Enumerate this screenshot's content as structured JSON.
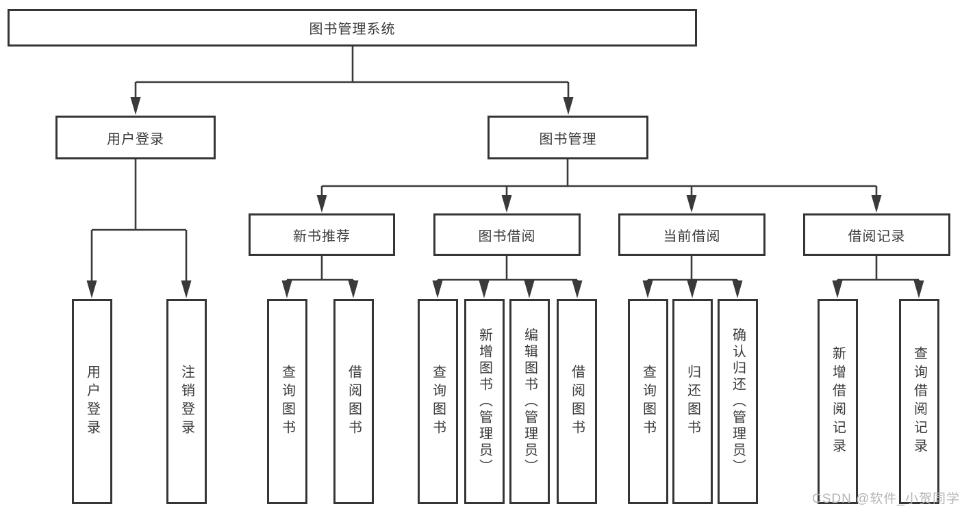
{
  "diagram": {
    "title": "图书管理系统",
    "nodes": {
      "root": "图书管理系统",
      "level2": {
        "user_login": "用户登录",
        "book_mgmt": "图书管理"
      },
      "level3": {
        "new_book_rec": "新书推荐",
        "book_borrow": "图书借阅",
        "current_borrow": "当前借阅",
        "borrow_records": "借阅记录"
      },
      "leaves": {
        "user_login": "用户登录",
        "logout": "注销登录",
        "rec_query_book": "查询图书",
        "rec_borrow_book": "借阅图书",
        "bb_query_book": "查询图书",
        "bb_add_book": "新增图书（管理员）",
        "bb_edit_book": "编辑图书（管理员）",
        "bb_borrow_book": "借阅图书",
        "cb_query_book": "查询图书",
        "cb_return_book": "归还图书",
        "cb_confirm_return": "确认归还（管理员）",
        "br_add_record": "新增借阅记录",
        "br_query_record": "查询借阅记录"
      }
    },
    "colors": {
      "line": "#3a3a3a",
      "box_border": "#353535",
      "text": "#3a3a3a",
      "watermark": "#b4b4b4",
      "background": "#ffffff"
    }
  },
  "watermark": "CSDN @软件_小贺同学"
}
